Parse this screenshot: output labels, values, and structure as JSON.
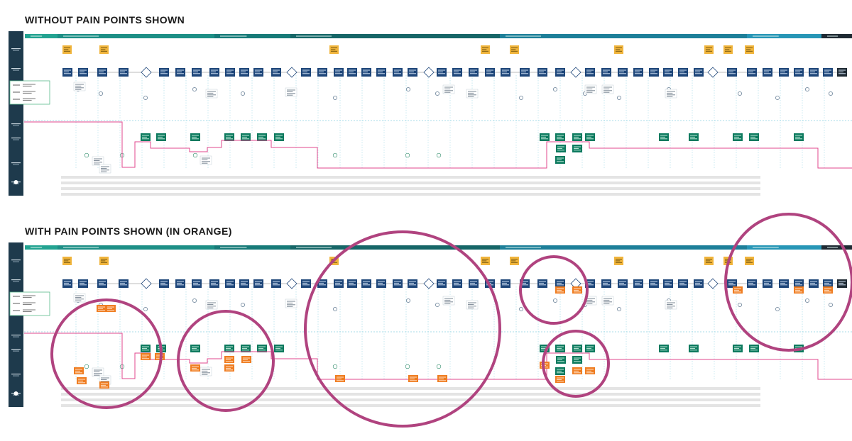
{
  "sections": [
    {
      "id": "without",
      "heading": "WITHOUT PAIN POINTS SHOWN",
      "show_pain_points": false
    },
    {
      "id": "with",
      "heading": "WITH PAIN POINTS SHOWN (IN ORANGE)",
      "show_pain_points": true
    }
  ],
  "colors": {
    "sidebar": "#1e3a4c",
    "process": "#1e4679",
    "support": "#0c7a5e",
    "note": "#f0b43c",
    "pain": "#ef7d22",
    "line_pink": "#e0478c",
    "line_dotted": "#8ad0e0",
    "lane_grey": "#e4e4e4",
    "highlight_circle": "#b0437f",
    "phase_colors": [
      "#23a391",
      "#1d8f86",
      "#177a78",
      "#166667",
      "#1d7f99",
      "#2796b6",
      "#1f2a33"
    ]
  },
  "icons": [
    "pain-highlight-circle",
    "decision-diamond",
    "step-circle",
    "legend-box"
  ]
}
